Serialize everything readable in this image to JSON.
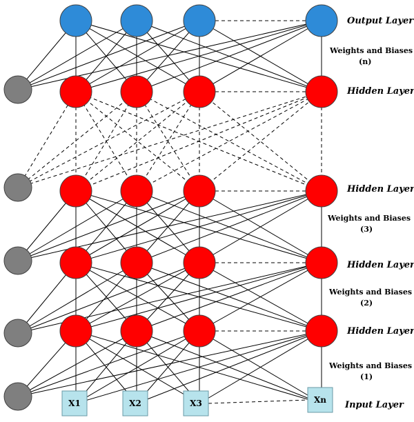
{
  "diagram": {
    "layer_labels": {
      "output": "Output Layer",
      "hidden_1": "Hidden Layer .",
      "hidden_2": "Hidden Layer .",
      "hidden_3": "Hidden Layer .",
      "hidden_n": "Hidden Layer .",
      "input": "Input Layer"
    },
    "weights_labels": [
      {
        "line1": "Weights and Biases",
        "line2": "(1)"
      },
      {
        "line1": "Weights and Biases",
        "line2": "(2)"
      },
      {
        "line1": "Weights and Biases",
        "line2": "(3)"
      },
      {
        "line1": "Weights and Biases",
        "line2": "(n)"
      }
    ],
    "inputs": [
      "X1",
      "X2",
      "X3",
      "Xn"
    ],
    "colors": {
      "output_node": "#2e8bd8",
      "hidden_node": "#ff0000",
      "bias_node": "#7f7f7f",
      "input_box": "#b7e3ec"
    }
  }
}
